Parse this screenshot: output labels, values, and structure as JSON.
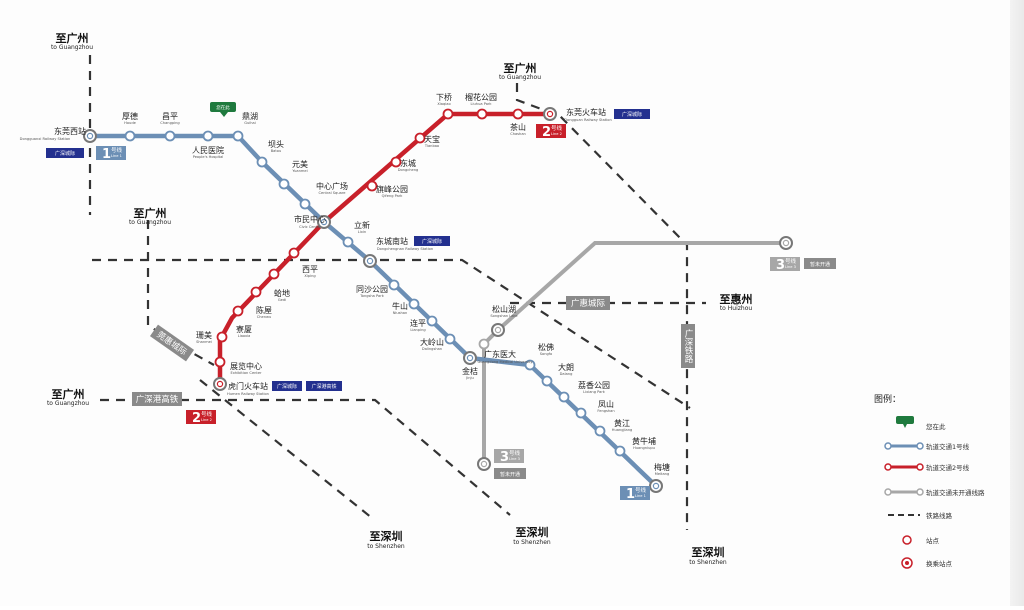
{
  "colors": {
    "line1": "#6c8fb5",
    "line2": "#c8202a",
    "line3": "#a7a7a7",
    "rail": "#333333",
    "rail_label": "#8a8a8a",
    "you_are_here": "#1f7a3e",
    "hub_icon": "#23308f"
  },
  "directions": {
    "gz_top": {
      "cn": "至广州",
      "en": "to Guangzhou"
    },
    "gz_mid": {
      "cn": "至广州",
      "en": "to Guangzhou"
    },
    "gz_low": {
      "cn": "至广州",
      "en": "to Guangzhou"
    },
    "gz_ne": {
      "cn": "至广州",
      "en": "to Guangzhou"
    },
    "huizhou": {
      "cn": "至惠州",
      "en": "to Huizhou"
    },
    "sz_1": {
      "cn": "至深圳",
      "en": "to Shenzhen"
    },
    "sz_2": {
      "cn": "至深圳",
      "en": "to Shenzhen"
    },
    "sz_3": {
      "cn": "至深圳",
      "en": "to Shenzhen"
    }
  },
  "rail_labels": {
    "guanghui": "广惠城际",
    "guangshen_rail": "广深铁路",
    "guanhui_vertical": "莞惠城际",
    "gsg_high": "广深港高铁"
  },
  "stations": {
    "dongguan_west": {
      "cn": "东莞西站",
      "en": "Dongguanxi Railway Station"
    },
    "houde": {
      "cn": "厚德",
      "en": "Houde"
    },
    "changping": {
      "cn": "昌平",
      "en": "Changping"
    },
    "peoples_hospital": {
      "cn": "人民医院",
      "en": "People's Hospital"
    },
    "guihai": {
      "cn": "鼎湖",
      "en": "Guihai"
    },
    "batou": {
      "cn": "坝头",
      "en": "Batou"
    },
    "yuanmei": {
      "cn": "元美",
      "en": "Yuanmei"
    },
    "central_square": {
      "cn": "中心广场",
      "en": "Central Square"
    },
    "civic_center": {
      "cn": "市民中心",
      "en": "Civic Center"
    },
    "lixin": {
      "cn": "立新",
      "en": "Lixin"
    },
    "dongcheng_south": {
      "cn": "东城南站",
      "en": "Dongchengnan Railway Station"
    },
    "tongsha_park": {
      "cn": "同沙公园",
      "en": "Tongsha Park"
    },
    "niushan": {
      "cn": "牛山",
      "en": "Niushan"
    },
    "lianping": {
      "cn": "连平",
      "en": "Lianping"
    },
    "dalingshan": {
      "cn": "大岭山",
      "en": "Dalingshan"
    },
    "jinju": {
      "cn": "金桔",
      "en": "Jinju"
    },
    "gd_medical": {
      "cn": "广东医大",
      "en": "Guangdong Medical University"
    },
    "songshan_lake": {
      "cn": "松山湖",
      "en": "Songshan Lake"
    },
    "songfo": {
      "cn": "松佛",
      "en": "Songfo"
    },
    "dalang": {
      "cn": "大朗",
      "en": "Dalang"
    },
    "lixiang_park": {
      "cn": "荔香公园",
      "en": "Lixiang Park"
    },
    "fenggang": {
      "cn": "凤山",
      "en": "Fengshan"
    },
    "huangjiang": {
      "cn": "黄江",
      "en": "Huangjiang"
    },
    "huangniupu": {
      "cn": "黄牛埔",
      "en": "Huangniupu"
    },
    "meitang": {
      "cn": "梅塘",
      "en": "Meitang"
    },
    "xiaqiao": {
      "cn": "下桥",
      "en": "Xiaqiao"
    },
    "liuhua_park": {
      "cn": "榴花公园",
      "en": "Liuhua Park"
    },
    "dongguan_rail": {
      "cn": "东莞火车站",
      "en": "Dongguan Railway Station"
    },
    "chashan": {
      "cn": "茶山",
      "en": "Chashan"
    },
    "tianbao": {
      "cn": "天宝",
      "en": "Tianbao"
    },
    "dongcheng": {
      "cn": "东城",
      "en": "Dongcheng"
    },
    "qifeng_park": {
      "cn": "旗峰公园",
      "en": "Qifeng Park"
    },
    "xiping": {
      "cn": "西平",
      "en": "Xiping"
    },
    "gedi": {
      "cn": "蛤地",
      "en": "Gedi"
    },
    "chenwu": {
      "cn": "陈屋",
      "en": "Chenwu"
    },
    "liaoxia": {
      "cn": "寮厦",
      "en": "Liaoxia"
    },
    "shamei": {
      "cn": "珊美",
      "en": "Shanmei"
    },
    "exhibition_center": {
      "cn": "展览中心",
      "en": "Exhibition Center"
    },
    "humen_rail": {
      "cn": "虎门火车站",
      "en": "Humen Railway Station"
    }
  },
  "badges": {
    "line1_west": {
      "num": "1",
      "cn": "号线",
      "en": "Line 1"
    },
    "line1_south": {
      "num": "1",
      "cn": "号线",
      "en": "Line 1"
    },
    "line2_north": {
      "num": "2",
      "cn": "号线",
      "en": "Line 2"
    },
    "line2_south": {
      "num": "2",
      "cn": "号线",
      "en": "Line 2"
    },
    "line3_east": {
      "num": "3",
      "cn": "号线",
      "en": "Line 3"
    },
    "line3_south": {
      "num": "3",
      "cn": "号线",
      "en": "Line 3"
    }
  },
  "pills": {
    "not_open_east": "暂未开通",
    "not_open_south": "暂未开通",
    "hub_1": "广深城际",
    "hub_2": "广深城际",
    "hub_3": "广深城际",
    "hub_4": "广深城际",
    "hub_5": "广深港高铁"
  },
  "you_are_here": "您在此",
  "legend": {
    "title": "图例：",
    "items": [
      {
        "icon": "you-are-here-icon",
        "label": "您在此"
      },
      {
        "icon": "line1-icon",
        "label": "轨道交通1号线"
      },
      {
        "icon": "line2-icon",
        "label": "轨道交通2号线"
      },
      {
        "icon": "line-unopened-icon",
        "label": "轨道交通未开通线路"
      },
      {
        "icon": "railway-icon",
        "label": "铁路线路"
      },
      {
        "icon": "station-icon",
        "label": "站点"
      },
      {
        "icon": "transfer-station-icon",
        "label": "换乘站点"
      }
    ]
  }
}
